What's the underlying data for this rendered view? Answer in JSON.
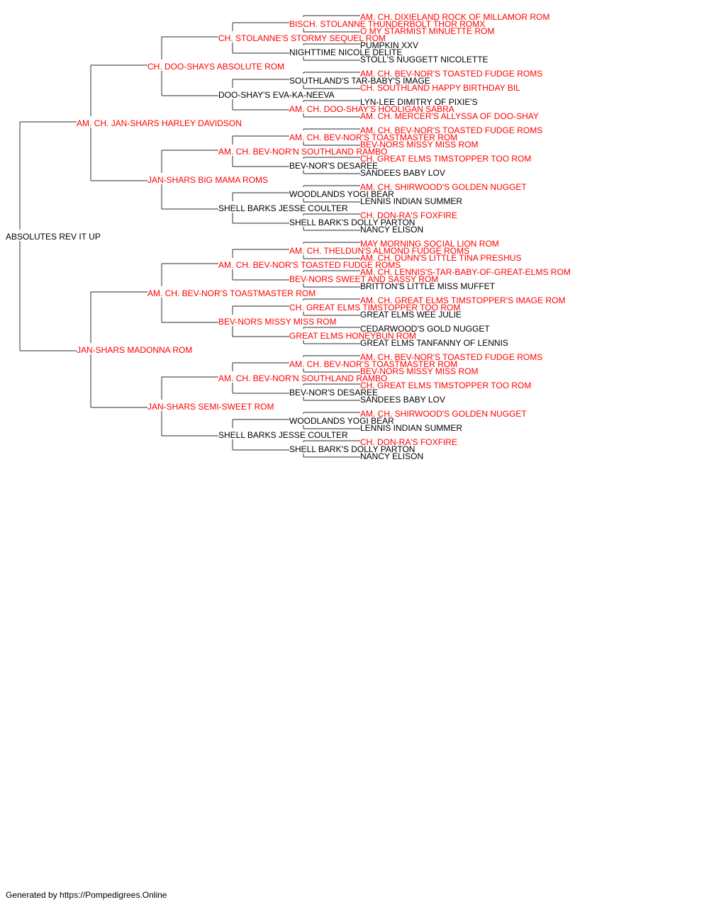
{
  "colors": {
    "line": "#555555",
    "name_black": "#000000",
    "name_red": "#ff0000"
  },
  "pedigree": {
    "name": "ABSOLUTES REV IT UP",
    "red": false,
    "sire": {
      "name": "AM. CH. JAN-SHARS HARLEY DAVIDSON",
      "red": true,
      "sire": {
        "name": "CH. DOO-SHAYS ABSOLUTE ROM",
        "red": true,
        "sire": {
          "name": "CH. STOLANNE'S STORMY SEQUEL ROM",
          "red": true,
          "sire": {
            "name": "BISCH. STOLANNE THUNDERBOLT THOR ROMX",
            "red": true,
            "sire": {
              "name": "AM. CH. DIXIELAND ROCK OF MILLAMOR ROM",
              "red": true
            },
            "dam": {
              "name": "O MY STARMIST MINUETTE ROM",
              "red": true
            }
          },
          "dam": {
            "name": "NIGHTTIME NICOLE DELITE",
            "red": false,
            "sire": {
              "name": "PUMPKIN XXV",
              "red": false
            },
            "dam": {
              "name": "STOLL'S NUGGETT NICOLETTE",
              "red": false
            }
          }
        },
        "dam": {
          "name": "DOO-SHAY'S EVA-KA-NEEVA",
          "red": false,
          "sire": {
            "name": "SOUTHLAND'S TAR-BABY'S IMAGE",
            "red": false,
            "sire": {
              "name": "AM. CH. BEV-NOR'S TOASTED FUDGE ROMS",
              "red": true
            },
            "dam": {
              "name": "CH. SOUTHLAND HAPPY BIRTHDAY BIL",
              "red": true
            }
          },
          "dam": {
            "name": "AM. CH. DOO-SHAY'S HOOLIGAN SABRA",
            "red": true,
            "sire": {
              "name": "LYN-LEE DIMITRY OF PIXIE'S",
              "red": false
            },
            "dam": {
              "name": "AM. CH. MERCER'S ALLYSSA OF DOO-SHAY",
              "red": true
            }
          }
        }
      },
      "dam": {
        "name": "JAN-SHARS BIG MAMA ROMS",
        "red": true,
        "sire": {
          "name": "AM. CH. BEV-NOR'N SOUTHLAND RAMBO",
          "red": true,
          "sire": {
            "name": "AM. CH. BEV-NOR'S TOASTMASTER ROM",
            "red": true,
            "sire": {
              "name": "AM. CH. BEV-NOR'S TOASTED FUDGE ROMS",
              "red": true
            },
            "dam": {
              "name": "BEV-NORS MISSY MISS ROM",
              "red": true
            }
          },
          "dam": {
            "name": "BEV-NOR'S DESAREE",
            "red": false,
            "sire": {
              "name": "CH. GREAT ELMS TIMSTOPPER TOO ROM",
              "red": true
            },
            "dam": {
              "name": "SANDEES BABY LOV",
              "red": false
            }
          }
        },
        "dam": {
          "name": "SHELL BARKS JESSE COULTER",
          "red": false,
          "sire": {
            "name": "WOODLANDS YOGI BEAR",
            "red": false,
            "sire": {
              "name": "AM. CH. SHIRWOOD'S GOLDEN NUGGET",
              "red": true
            },
            "dam": {
              "name": "LENNIS INDIAN SUMMER",
              "red": false
            }
          },
          "dam": {
            "name": "SHELL BARK'S DOLLY PARTON",
            "red": false,
            "sire": {
              "name": "CH. DON-RA'S FOXFIRE",
              "red": true
            },
            "dam": {
              "name": "NANCY ELISON",
              "red": false
            }
          }
        }
      }
    },
    "dam": {
      "name": "JAN-SHARS MADONNA ROM",
      "red": true,
      "sire": {
        "name": "AM. CH. BEV-NOR'S TOASTMASTER ROM",
        "red": true,
        "sire": {
          "name": "AM. CH. BEV-NOR'S TOASTED FUDGE ROMS",
          "red": true,
          "sire": {
            "name": "AM. CH. THELDUN'S ALMOND FUDGE ROMS",
            "red": true,
            "sire": {
              "name": "MAY MORNING SOCIAL LION ROM",
              "red": true
            },
            "dam": {
              "name": "AM. CH. DUNN'S LITTLE TINA PRESHUS",
              "red": true
            }
          },
          "dam": {
            "name": "BEV-NORS SWEET AND SASSY ROM",
            "red": true,
            "sire": {
              "name": "AM. CH. LENNIS'S-TAR-BABY-OF-GREAT-ELMS ROM",
              "red": true
            },
            "dam": {
              "name": "BRITTON'S LITTLE MISS MUFFET",
              "red": false
            }
          }
        },
        "dam": {
          "name": "BEV-NORS MISSY MISS ROM",
          "red": true,
          "sire": {
            "name": "CH. GREAT ELMS TIMSTOPPER TOO ROM",
            "red": true,
            "sire": {
              "name": "AM. CH. GREAT ELMS TIMSTOPPER'S IMAGE ROM",
              "red": true
            },
            "dam": {
              "name": "GREAT ELMS WEE JULIE",
              "red": false
            }
          },
          "dam": {
            "name": "GREAT ELMS HONEYBUN ROM",
            "red": true,
            "sire": {
              "name": "CEDARWOOD'S GOLD NUGGET",
              "red": false
            },
            "dam": {
              "name": "GREAT ELMS TANFANNY OF LENNIS",
              "red": false
            }
          }
        }
      },
      "dam": {
        "name": "JAN-SHARS SEMI-SWEET ROM",
        "red": true,
        "sire": {
          "name": "AM. CH. BEV-NOR'N SOUTHLAND RAMBO",
          "red": true,
          "sire": {
            "name": "AM. CH. BEV-NOR'S TOASTMASTER ROM",
            "red": true,
            "sire": {
              "name": "AM. CH. BEV-NOR'S TOASTED FUDGE ROMS",
              "red": true
            },
            "dam": {
              "name": "BEV-NORS MISSY MISS ROM",
              "red": true
            }
          },
          "dam": {
            "name": "BEV-NOR'S DESAREE",
            "red": false,
            "sire": {
              "name": "CH. GREAT ELMS TIMSTOPPER TOO ROM",
              "red": true
            },
            "dam": {
              "name": "SANDEES BABY LOV",
              "red": false
            }
          }
        },
        "dam": {
          "name": "SHELL BARKS JESSE COULTER",
          "red": false,
          "sire": {
            "name": "WOODLANDS YOGI BEAR",
            "red": false,
            "sire": {
              "name": "AM. CH. SHIRWOOD'S GOLDEN NUGGET",
              "red": true
            },
            "dam": {
              "name": "LENNIS INDIAN SUMMER",
              "red": false
            }
          },
          "dam": {
            "name": "SHELL BARK'S DOLLY PARTON",
            "red": false,
            "sire": {
              "name": "CH. DON-RA'S FOXFIRE",
              "red": true
            },
            "dam": {
              "name": "NANCY ELISON",
              "red": false
            }
          }
        }
      }
    }
  },
  "footer": {
    "text": "Generated by https://Pompedigrees.Online"
  }
}
